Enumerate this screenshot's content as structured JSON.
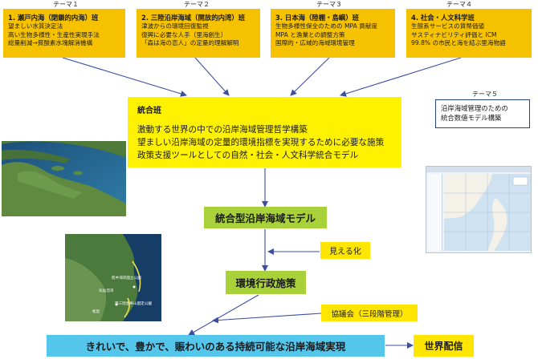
{
  "themes": [
    {
      "label": "テーマ１",
      "title": "1. 瀬戸内海（閉鎖的内海）班",
      "lines": [
        "望ましい水質決定法",
        "高い生物多様性・生産性実現手法",
        "総量削減→貧酸素水塊解消機構"
      ]
    },
    {
      "label": "テーマ２",
      "title": "2. 三陸沿岸海域（開放的内湾）班",
      "lines": [
        "津波からの環境回復監視",
        "復興に必要な人手（里海創生）",
        "「森は海の恋人」の定量的理解解明"
      ]
    },
    {
      "label": "テーマ３",
      "title": "3. 日本海（陸棚・島嶼）班",
      "lines": [
        "生物多様性保全のための MPA 貢献度",
        "MPA と漁業との調整方策",
        "国際的・広域的海域環境管理"
      ]
    },
    {
      "label": "テーマ４",
      "title": "4. 社会・人文科学班",
      "lines": [
        "生態系サービスの貨幣価値",
        "サスティナビリティ評価と ICM",
        "99.8% の市民と海を結ぶ里海物語"
      ]
    }
  ],
  "theme5": {
    "label": "テーマ５",
    "lines": [
      "沿岸海域管理のための",
      "統合数値モデル構築"
    ]
  },
  "integration": {
    "title": "統合班",
    "lines": [
      "激動する世界の中での沿岸海域管理哲学構築",
      "望ましい沿岸海域の定量的環境指標を実現するために必要な施策",
      "政策支援ツールとしての自然・社会・人文科学統合モデル"
    ]
  },
  "model_box": "統合型沿岸海域モデル",
  "visualize_box": "見える化",
  "policy_box": "環境行政施策",
  "council_box": "協議会（三段階管理）",
  "goal_box": "きれいで、豊かで、賑わいのある持続可能な沿岸海域実現",
  "world_box": "世界配信",
  "map_labels": [
    "陸中海岸国立公園",
    "南三陸金華山国定公園",
    "気仙沼湾",
    "松島"
  ],
  "colors": {
    "team": "#f6c200",
    "integration": "#fff200",
    "model": "#a9d23a",
    "goal": "#54c6ec",
    "arrow": "#3b4fa0"
  }
}
